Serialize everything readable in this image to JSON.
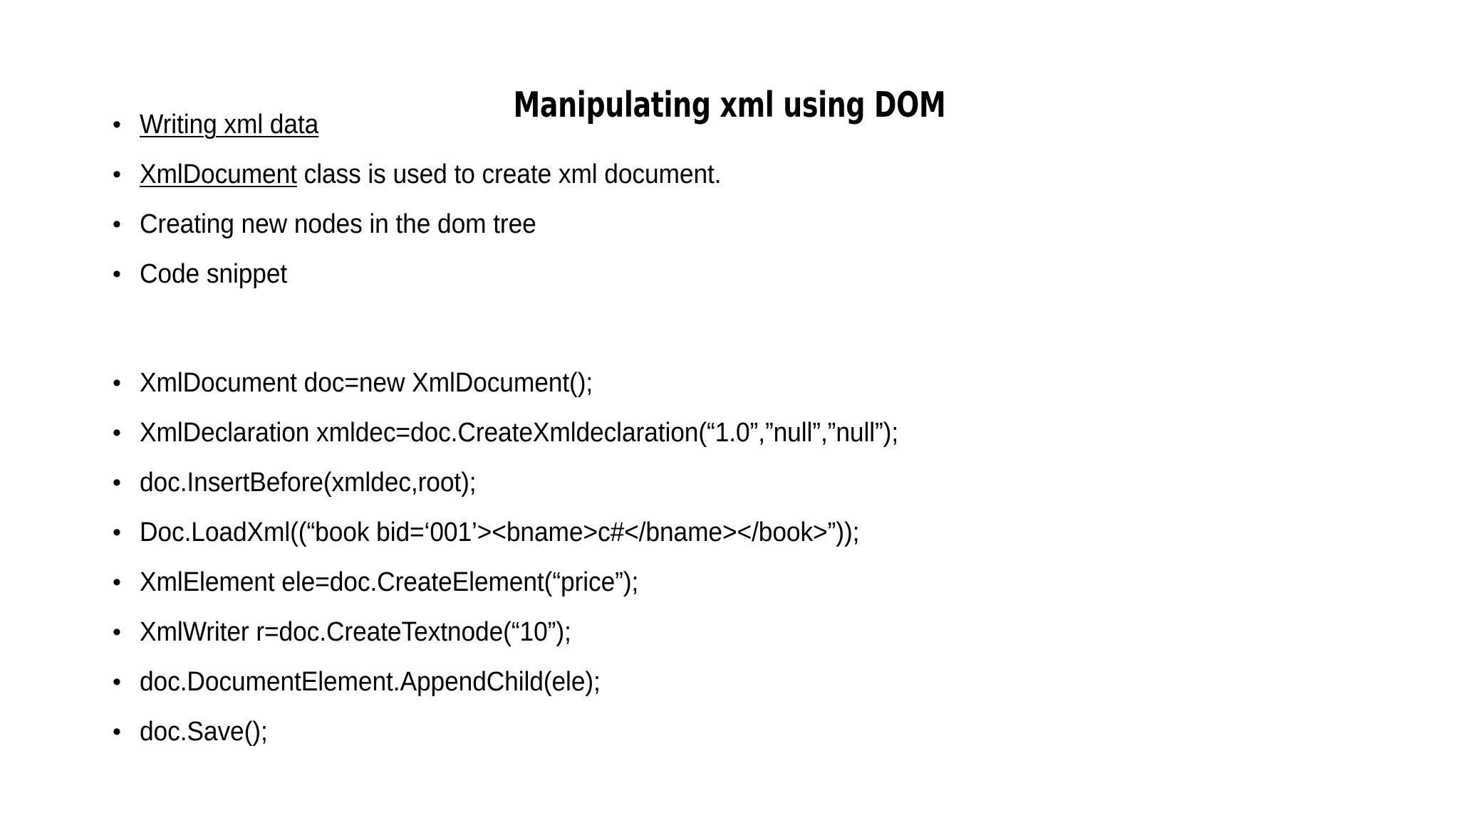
{
  "slide": {
    "title": "Manipulating xml using DOM",
    "background_color": "#ffffff",
    "text_color": "#000000",
    "bullet_glyph": "•"
  },
  "outline_bullets": [
    {
      "underlined_part": "Writing xml data",
      "plain_part": "",
      "full_text": "Writing xml data"
    },
    {
      "underlined_part": "XmlDocument",
      "plain_part": " class is used to create xml document.",
      "full_text": "XmlDocument class is used to create xml document."
    },
    {
      "underlined_part": "",
      "plain_part": "Creating new nodes in the dom tree",
      "full_text": "Creating new nodes in the dom tree"
    },
    {
      "underlined_part": "",
      "plain_part": "Code snippet",
      "full_text": "Code snippet"
    }
  ],
  "code_bullets": [
    {
      "text": "XmlDocument doc=new XmlDocument();"
    },
    {
      "text": "XmlDeclaration xmldec=doc.CreateXmldeclaration(“1.0”,”null”,”null”);"
    },
    {
      "text": "doc.InsertBefore(xmldec,root);"
    },
    {
      "text": "Doc.LoadXml((“book bid=‘001’><bname>c#</bname></book>”));"
    },
    {
      "text": "XmlElement ele=doc.CreateElement(“price”);"
    },
    {
      "text": "XmlWriter r=doc.CreateTextnode(“10”);"
    },
    {
      "text": "doc.DocumentElement.AppendChild(ele);"
    },
    {
      "text": "doc.Save();"
    }
  ]
}
